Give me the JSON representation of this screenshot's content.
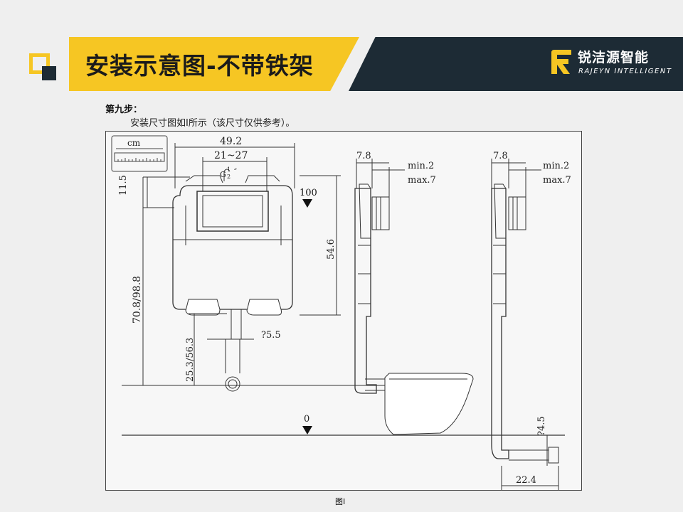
{
  "header": {
    "title": "安装示意图-不带铁架",
    "brand_cn": "锐洁源智能",
    "brand_en": "RAJEYN INTELLIGENT"
  },
  "step": {
    "title": "第九步：",
    "description": "安装尺寸图如I所示（该尺寸仅供参考）。"
  },
  "diagram": {
    "unit": "cm",
    "dims": {
      "width": "49.2",
      "inlet": "21~27",
      "top_gap": "11.5",
      "height": "54.6",
      "total": "70.8/98.8",
      "outlet": "25.3/56.3",
      "pipe": "?5.5",
      "depth_a": "7.8",
      "depth_b": "7.8",
      "wall_a1": "min.2",
      "wall_a2": "max.7",
      "wall_b1": "min.2",
      "wall_b2": "max.7",
      "level_top": "100",
      "level_floor": "0",
      "drop": "?4.5",
      "offset": "22.4"
    },
    "thread_label": "G",
    "thread_num": "1",
    "thread_den": "2",
    "thread_mark": "″"
  },
  "caption": "图I",
  "colors": {
    "accent": "#f6c623",
    "dark": "#1d2b35"
  }
}
